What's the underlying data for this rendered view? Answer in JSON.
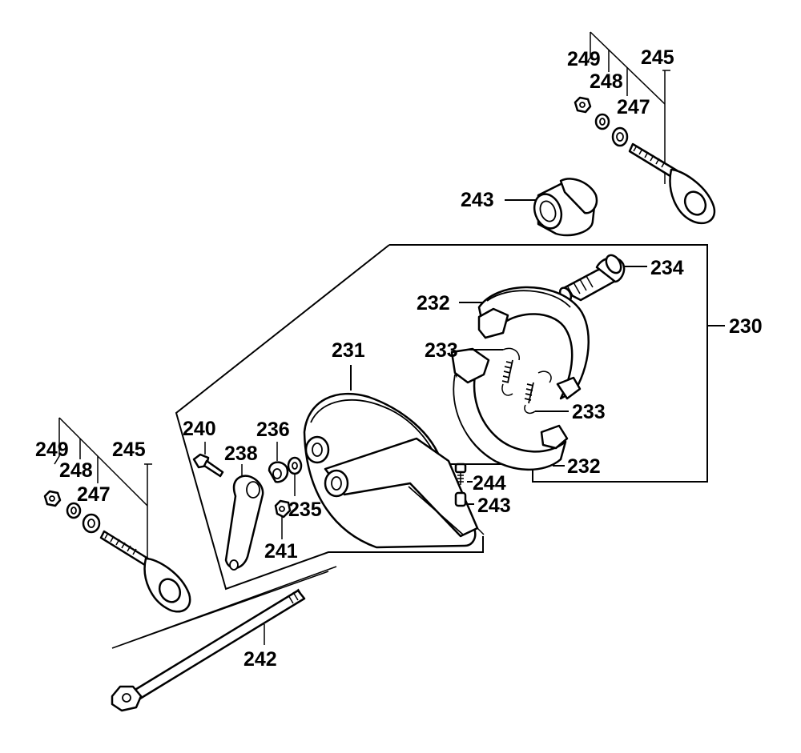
{
  "colors": {
    "ink": "#000000",
    "paper": "#ffffff"
  },
  "callouts": {
    "c230": "230",
    "c231": "231",
    "c232_top": "232",
    "c232_bottom": "232",
    "c233_top": "233",
    "c233_bottom": "233",
    "c234": "234",
    "c235": "235",
    "c236": "236",
    "c238": "238",
    "c240": "240",
    "c241": "241",
    "c242": "242",
    "c243_top": "243",
    "c243_mid": "243",
    "c244": "244",
    "c245_top": "245",
    "c245_left": "245",
    "c247_top": "247",
    "c247_left": "247",
    "c248_top": "248",
    "c248_left": "248",
    "c249_top": "249",
    "c249_left": "249"
  }
}
